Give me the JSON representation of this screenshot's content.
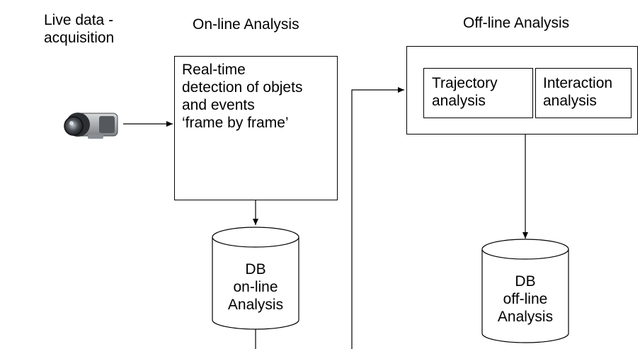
{
  "headers": {
    "live": "Live data -\nacquisition",
    "online": "On-line Analysis",
    "offline": "Off-line Analysis"
  },
  "online_box": {
    "text": "Real-time\ndetection of objets\n and events\n‘frame by frame’"
  },
  "offline_box": {
    "trajectory": "Trajectory\nanalysis",
    "interaction": "Interaction\nanalysis"
  },
  "db_online": {
    "text": "DB\non-line\nAnalysis"
  },
  "db_offline": {
    "text": "DB\noff-line\nAnalysis"
  },
  "icons": {
    "camera": "video-camera-icon"
  }
}
